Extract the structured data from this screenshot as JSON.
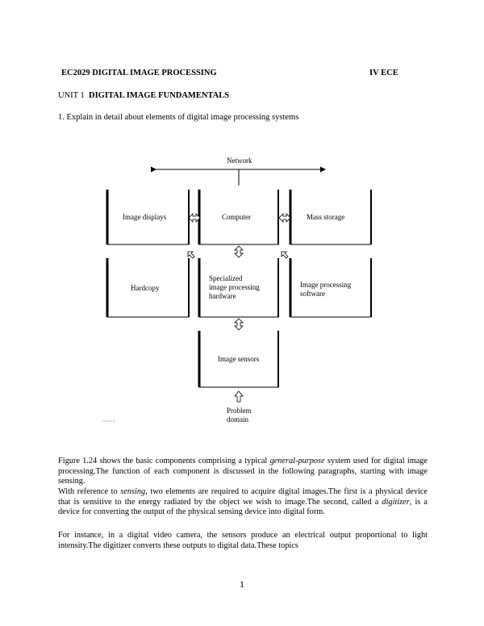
{
  "header": {
    "course": "EC2029 DIGITAL IMAGE PROCESSING",
    "class": "IV ECE"
  },
  "unit": {
    "number": "UNIT 1",
    "title": "DIGITAL IMAGE FUNDAMENTALS"
  },
  "question": "1. Explain in detail about elements of digital image processing systems",
  "figure": {
    "network": "Network",
    "image_displays": "Image displays",
    "computer": "Computer",
    "mass_storage": "Mass storage",
    "hardcopy": "Hardcopy",
    "specialized_hw": [
      "Specialized",
      "image processing",
      "hardware"
    ],
    "ip_software": [
      "Image processing",
      "software"
    ],
    "image_sensors": "Image sensors",
    "problem_domain": [
      "Problem",
      "domain"
    ]
  },
  "paragraphs": {
    "p1": {
      "before": "Figure 1.24 shows the basic components comprising a typical ",
      "em": "general-purpose",
      "after": " system used for digital image processing.The function of each component is discussed in the following paragraphs, starting with image sensing."
    },
    "p2": {
      "before": " With reference to ",
      "em1": "sensing",
      "middle": ", two elements are required to acquire digital images.The first is a physical device that is sensitive to the energy radiated by the object we wish to image.The second, called a ",
      "em2": "digitizer",
      "after": ", is a device for converting the output of the physical sensing device into digital form."
    },
    "p3": " For instance, in a digital video camera, the sensors produce an electrical output proportional to light intensity.The digitizer converts these outputs to digital data.These topics"
  },
  "page_number": "1"
}
